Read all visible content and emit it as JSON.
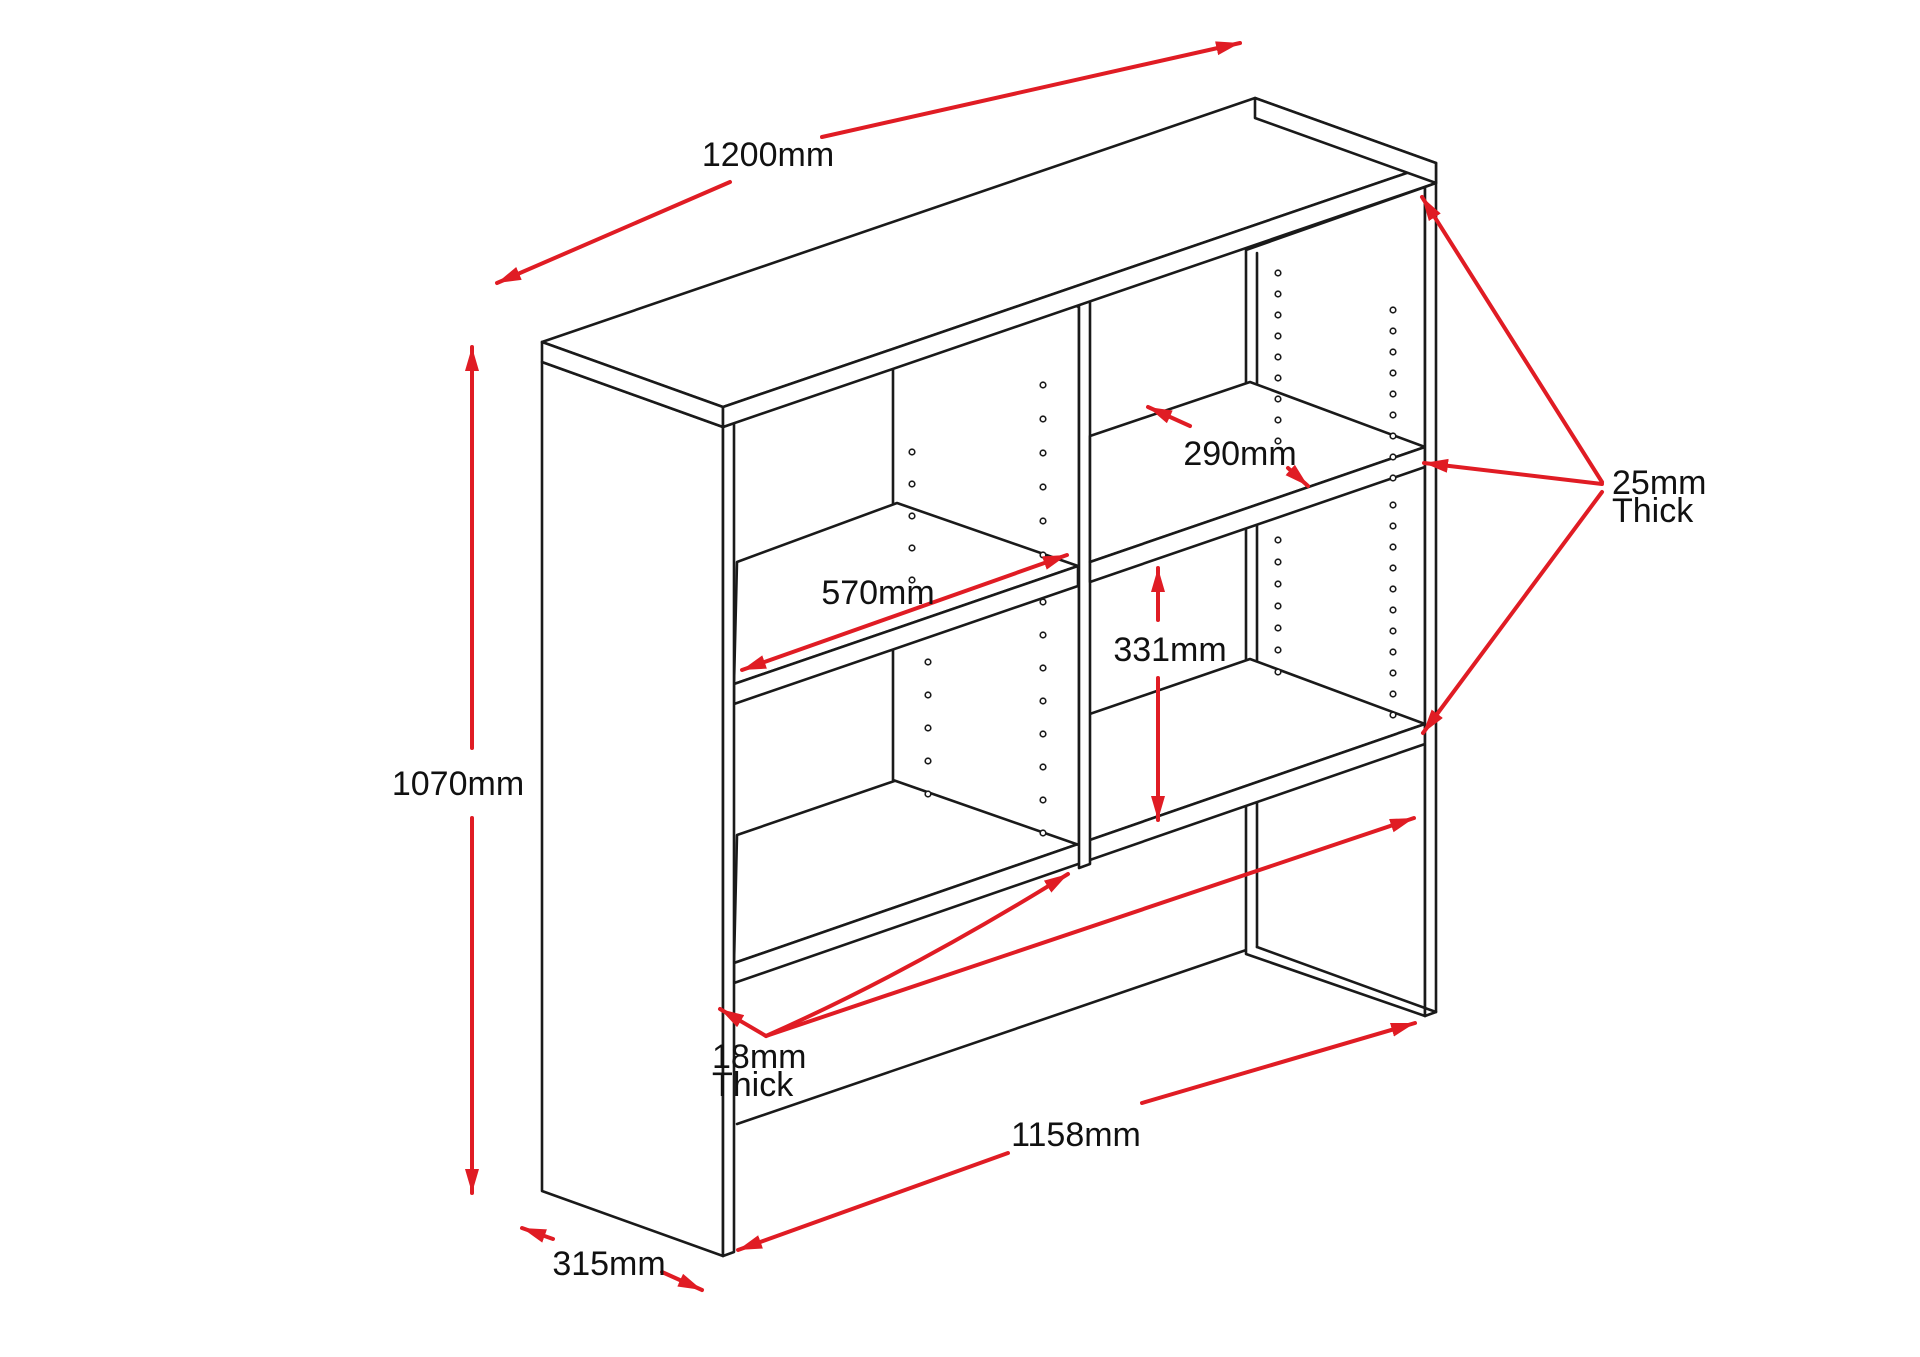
{
  "document": {
    "type": "furniture-technical-drawing",
    "subject": "Bookcase hutch with centre divider and adjustable shelves, open back and open base"
  },
  "colors": {
    "dimension_red": "#e01c24",
    "outline_black": "#1a1a1a",
    "background": "#ffffff"
  },
  "labels": {
    "dim_width": "1200mm",
    "dim_height": "1070mm",
    "dim_depth": "315mm",
    "dim_interior_width": "1158mm",
    "dim_left_opening_width": "570mm",
    "dim_shelf_depth": "290mm",
    "dim_shelf_gap": "331mm",
    "thickness_panels_line1": "18mm",
    "thickness_panels_line2": "Thick",
    "thickness_top_line1": "25mm",
    "thickness_top_line2": "Thick"
  },
  "dimensions_mm": {
    "overall_width": 1200,
    "overall_height": 1070,
    "overall_depth": 315,
    "interior_width": 1158,
    "left_opening_width": 570,
    "shelf_depth": 290,
    "shelf_vertical_gap": 331,
    "side_and_divider_thickness": 18,
    "top_and_shelf_thickness": 25
  }
}
